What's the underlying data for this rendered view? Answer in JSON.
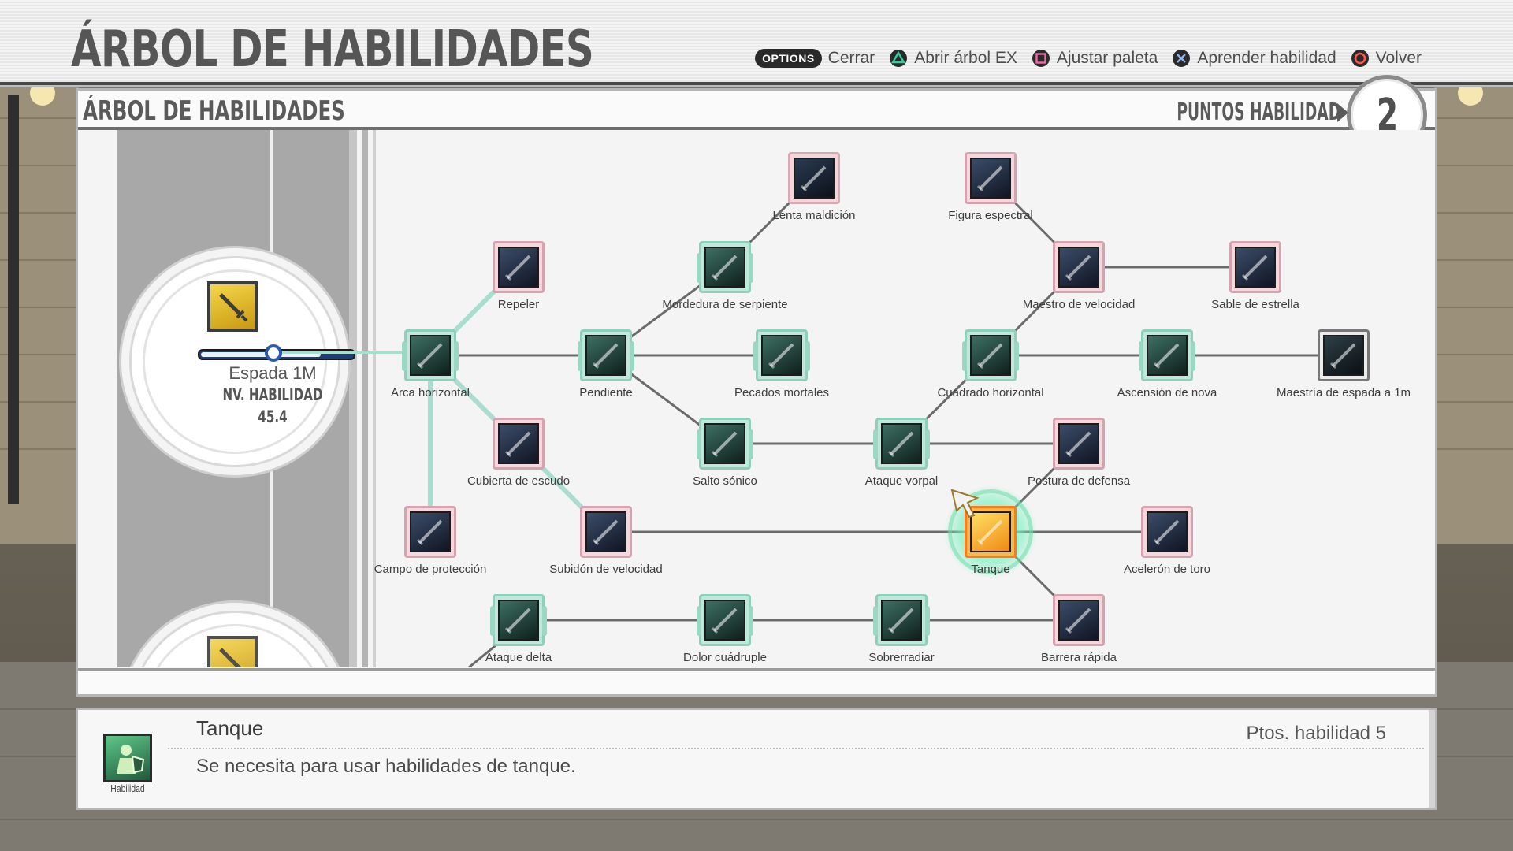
{
  "header": {
    "title": "ÁRBOL DE HABILIDADES",
    "controls": [
      {
        "button": "options-pill",
        "pill_text": "OPTIONS",
        "label": "Cerrar"
      },
      {
        "button": "triangle-icon",
        "label": "Abrir árbol EX",
        "color": "#1f9e7a"
      },
      {
        "button": "square-icon",
        "label": "Ajustar paleta",
        "color": "#d9468f"
      },
      {
        "button": "cross-icon",
        "label": "Aprender habilidad",
        "color": "#4a78c8"
      },
      {
        "button": "circle-icon",
        "label": "Volver",
        "color": "#e0322f"
      }
    ]
  },
  "panel": {
    "title": "ÁRBOL DE HABILIDADES",
    "points_label": "PUNTOS HABILIDAD",
    "points_value": "2"
  },
  "weapon": {
    "name": "Espada 1M",
    "level_label": "NV. HABILIDAD",
    "level_value": "45.4",
    "progress": 0.8
  },
  "skills": [
    {
      "name": "Lenta maldición",
      "state": "locked",
      "icon": "curse-icon"
    },
    {
      "name": "Figura espectral",
      "state": "special",
      "icon": "spectral-icon"
    },
    {
      "name": "Repeler",
      "state": "special",
      "icon": "repel-shield-icon"
    },
    {
      "name": "Mordedura de serpiente",
      "state": "learned",
      "icon": "serpent-bite-icon"
    },
    {
      "name": "Maestro de velocidad",
      "state": "special",
      "icon": "speed-master-icon"
    },
    {
      "name": "Sable de estrella",
      "state": "special",
      "icon": "star-saber-icon"
    },
    {
      "name": "Arca horizontal",
      "state": "learned",
      "icon": "horizontal-arc-icon"
    },
    {
      "name": "Pendiente",
      "state": "learned",
      "icon": "slope-icon"
    },
    {
      "name": "Pecados mortales",
      "state": "learned",
      "icon": "mortal-sins-icon"
    },
    {
      "name": "Cuadrado horizontal",
      "state": "learned",
      "icon": "horizontal-square-icon"
    },
    {
      "name": "Ascensión de nova",
      "state": "learned",
      "icon": "nova-ascension-icon"
    },
    {
      "name": "Maestría de espada a 1m",
      "state": "master",
      "icon": "sword-mastery-icon"
    },
    {
      "name": "Cubierta de escudo",
      "state": "special",
      "icon": "shield-cover-icon"
    },
    {
      "name": "Salto sónico",
      "state": "learned",
      "icon": "sonic-leap-icon"
    },
    {
      "name": "Ataque vorpal",
      "state": "learned",
      "icon": "vorpal-strike-icon"
    },
    {
      "name": "Postura de defensa",
      "state": "special",
      "icon": "defense-stance-icon"
    },
    {
      "name": "Campo de protección",
      "state": "special",
      "icon": "protection-field-icon"
    },
    {
      "name": "Subidón de velocidad",
      "state": "special",
      "icon": "speed-boost-icon"
    },
    {
      "name": "Tanque",
      "state": "selected",
      "icon": "tank-icon"
    },
    {
      "name": "Acelerón de toro",
      "state": "special",
      "icon": "bull-rush-icon"
    },
    {
      "name": "Ataque delta",
      "state": "learned",
      "icon": "delta-attack-icon"
    },
    {
      "name": "Dolor cuádruple",
      "state": "learned",
      "icon": "quad-pain-icon"
    },
    {
      "name": "Sobrerradiar",
      "state": "learned",
      "icon": "overradiate-icon"
    },
    {
      "name": "Barrera rápida",
      "state": "special",
      "icon": "quick-barrier-icon"
    }
  ],
  "info": {
    "name": "Tanque",
    "cost": "Ptos. habilidad 5",
    "description": "Se necesita para usar habilidades de tanque.",
    "icon_caption": "Habilidad",
    "icon": "tank-icon"
  },
  "colors": {
    "learned_line": "#a9ddd0",
    "locked_line": "#6b6b6b",
    "accent_select": "#ff7a1a"
  }
}
